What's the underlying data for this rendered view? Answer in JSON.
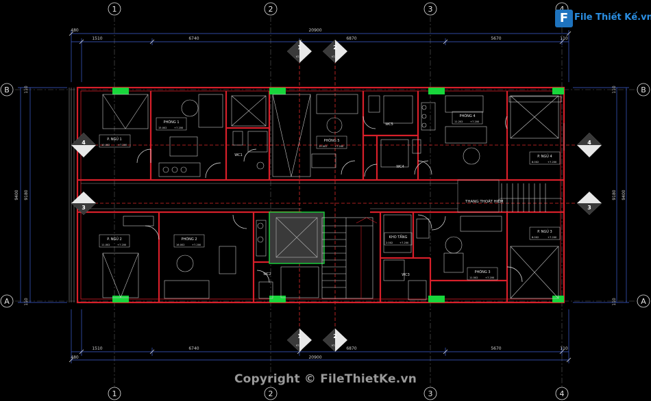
{
  "watermark": {
    "logo_letter": "F",
    "logo_text": "File Thiết Kế.vn",
    "copyright": "Copyright © FileThietKe.vn"
  },
  "grid_axes": {
    "vertical": [
      "1",
      "2",
      "3",
      "4"
    ],
    "horizontal": [
      "B",
      "A"
    ]
  },
  "dimensions": {
    "overall": "20900",
    "top_segments": [
      "480",
      "1510",
      "6740",
      "6870",
      "5670",
      "110"
    ],
    "bottom_segments": [
      "480",
      "1510",
      "6740",
      "6870",
      "5670",
      "110"
    ],
    "side_total": "9400",
    "side_inner": "9180",
    "side_small": "110"
  },
  "section_markers": [
    {
      "num": "1",
      "sub": "KT-17"
    },
    {
      "num": "2",
      "sub": "KT-17"
    },
    {
      "num": "3",
      "sub": ""
    },
    {
      "num": "4",
      "sub": ""
    }
  ],
  "rooms": {
    "p_ngu_1": {
      "name": "P. NGỦ 1",
      "area": "10.002",
      "level": "+7.200"
    },
    "phong_1": {
      "name": "PHÒNG 1",
      "area": "15.002",
      "level": "+7.200"
    },
    "wc1": {
      "name": "WC1"
    },
    "phong_5": {
      "name": "PHÒNG 5",
      "area": "19.002",
      "level": "+7.200"
    },
    "wc5": {
      "name": "WC5"
    },
    "phong_4": {
      "name": "PHÒNG 4",
      "area": "11.202",
      "level": "+7.200"
    },
    "wc4": {
      "name": "WC4"
    },
    "p_ngu_4": {
      "name": "P. NGỦ 4",
      "area": "8.002",
      "level": "+7.200"
    },
    "thang_thoat_hiem": {
      "name": "THANG THOÁT HIỂM"
    },
    "p_ngu_2": {
      "name": "P. NGỦ 2",
      "area": "11.002",
      "level": "+7.200"
    },
    "phong_2": {
      "name": "PHÒNG 2",
      "area": "16.002",
      "level": "+7.200"
    },
    "wc2": {
      "name": "WC2"
    },
    "kho_tang": {
      "name": "KHO TẦNG",
      "area": "2.002",
      "level": "+7.200"
    },
    "wc3": {
      "name": "WC3"
    },
    "phong_3": {
      "name": "PHÒNG 3",
      "area": "11.502",
      "level": "+7.200"
    },
    "p_ngu_3": {
      "name": "P. NGỦ 3",
      "area": "8.002",
      "level": "+7.200"
    }
  },
  "colors": {
    "wall": "#d81f2a",
    "grid": "#e12b2b",
    "dim": "#3f62d6",
    "column": "#18d63b",
    "furniture": "#c8c8c8",
    "background": "#000000"
  }
}
